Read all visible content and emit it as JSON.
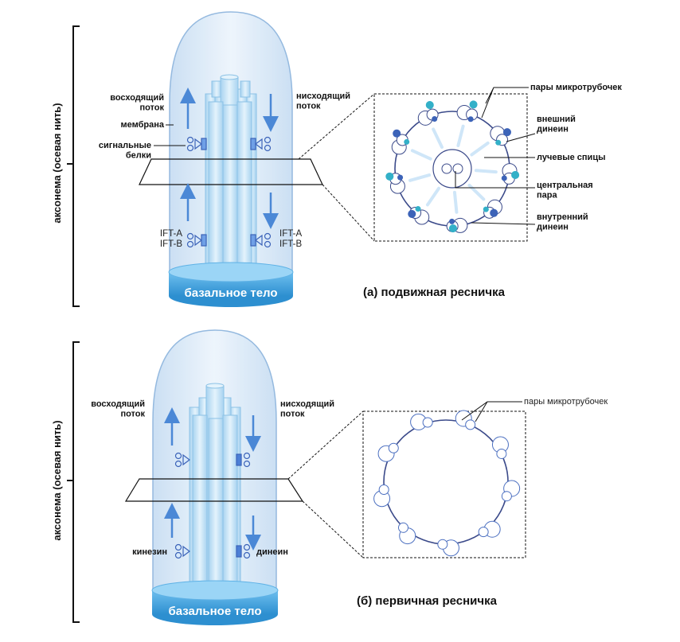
{
  "axoneme_label": "аксонема (осевая нить)",
  "panel_a": {
    "caption": "(а) подвижная ресничка",
    "base_label": "базальное тело",
    "anterograde": "восходящий\nпоток",
    "retrograde": "нисходящий\nпоток",
    "membrane": "мембрана",
    "signal_proteins": "сигнальные\nбелки",
    "ift_left": "IFT-A\nIFT-B",
    "ift_right": "IFT-A\nIFT-B",
    "cross_section": {
      "doublets": "пары микротрубочек",
      "outer_dynein": "внешний\nдинеин",
      "radial_spokes": "лучевые спицы",
      "central_pair": "центральная\nпара",
      "inner_dynein": "внутренний\nдинеин"
    }
  },
  "panel_b": {
    "caption": "(б) первичная ресничка",
    "base_label": "базальное тело",
    "anterograde": "восходящий\nпоток",
    "retrograde": "нисходящий\nпоток",
    "kinesin": "кинезин",
    "dynein": "динеин",
    "cross_section": {
      "doublets": "пары микротрубочек"
    }
  },
  "colors": {
    "membrane_fill": "#d6e8f8",
    "microtubule": "#bfe0f6",
    "base": "#4fa6dd",
    "arrow": "#4b88d6",
    "ring": "#3b4a8a",
    "dynein_dark": "#3c63b8",
    "dynein_teal": "#33b0c8"
  }
}
